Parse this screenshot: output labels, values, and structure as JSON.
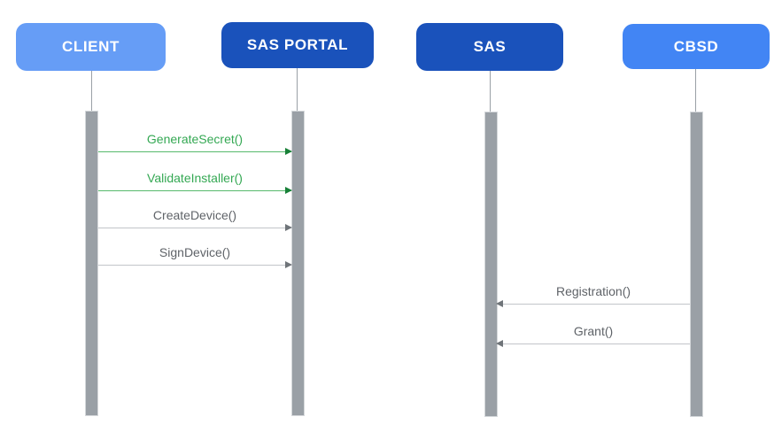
{
  "colors": {
    "actor_light_blue": "#669DF6",
    "actor_dark_blue": "#1A52BB",
    "actor_mid_blue": "#4285F4",
    "success_green_text": "#34A853",
    "green_arrowhead": "#188038",
    "neutral_gray_text": "#5F6368",
    "lifeline_gray": "#9AA0A6"
  },
  "actors": [
    {
      "label": "CLIENT",
      "color": "#669DF6"
    },
    {
      "label": "SAS PORTAL",
      "color": "#1A52BB"
    },
    {
      "label": "SAS",
      "color": "#1A52BB"
    },
    {
      "label": "CBSD",
      "color": "#4285F4"
    }
  ],
  "messages": [
    {
      "label": "GenerateSecret()",
      "from": "CLIENT",
      "to": "SAS PORTAL",
      "direction": "right",
      "color": "#34A853"
    },
    {
      "label": "ValidateInstaller()",
      "from": "CLIENT",
      "to": "SAS PORTAL",
      "direction": "right",
      "color": "#34A853"
    },
    {
      "label": "CreateDevice()",
      "from": "CLIENT",
      "to": "SAS PORTAL",
      "direction": "right",
      "color": "#5F6368"
    },
    {
      "label": "SignDevice()",
      "from": "CLIENT",
      "to": "SAS PORTAL",
      "direction": "right",
      "color": "#5F6368"
    },
    {
      "label": "Registration()",
      "from": "CBSD",
      "to": "SAS",
      "direction": "left",
      "color": "#5F6368"
    },
    {
      "label": "Grant()",
      "from": "CBSD",
      "to": "SAS",
      "direction": "left",
      "color": "#5F6368"
    }
  ]
}
